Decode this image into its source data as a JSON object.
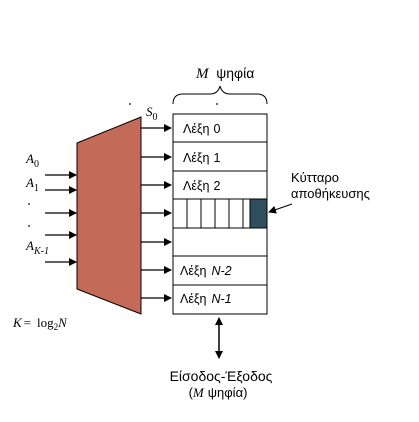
{
  "header": {
    "m_symbol": "M",
    "m_word": "ψηφία"
  },
  "select_label": {
    "base": "S",
    "sub": "0"
  },
  "address_inputs": [
    {
      "base": "A",
      "sub": "0"
    },
    {
      "base": "A",
      "sub": "1"
    },
    {
      "base": "A",
      "sub": "K-1"
    }
  ],
  "words": [
    {
      "prefix": "Λέξη",
      "index": "0"
    },
    {
      "prefix": "Λέξη",
      "index": "1"
    },
    {
      "prefix": "Λέξη",
      "index": "2"
    },
    {
      "prefix": "Λέξη",
      "index": "N-2"
    },
    {
      "prefix": "Λέξη",
      "index": "N-1"
    }
  ],
  "cell_label": {
    "line1": "Κύτταρο",
    "line2": "αποθήκευσης"
  },
  "formula": {
    "k": "K",
    "eq": "=",
    "log": "log",
    "base": "2",
    "n": "N"
  },
  "io": {
    "line1": "Είσοδος-Έξοδος",
    "paren_open": "(",
    "m_symbol": "M",
    "m_word": "ψηφία",
    "paren_close": ")"
  },
  "colors": {
    "decoder": "#c46a58",
    "selected_cell": "#2f4f5f",
    "stroke": "#000000"
  }
}
